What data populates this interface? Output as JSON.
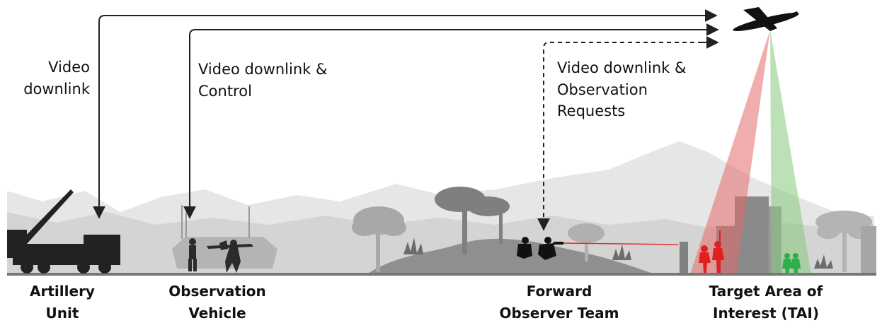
{
  "links": {
    "artillery": [
      "Video",
      "downlink"
    ],
    "vehicle": [
      "Video downlink &",
      "Control"
    ],
    "observer": [
      "Video downlink &",
      "Observation",
      "Requests"
    ]
  },
  "units": {
    "artillery": [
      "Artillery",
      "Unit"
    ],
    "vehicle": [
      "Observation",
      "Vehicle"
    ],
    "observer": [
      "Forward",
      "Observer Team"
    ],
    "tai": [
      "Target Area of",
      "Interest (TAI)"
    ]
  },
  "colors": {
    "far_terrain": "#e6e6e6",
    "mid_terrain": "#d4d4d4",
    "near_terrain": "#9a9a9a",
    "silhouette": "#222222",
    "building": "#8c8c8c",
    "red_cone": "#e46a6a",
    "green_cone": "#86c97a",
    "hostile": "#e02020",
    "friendly": "#2fae4a",
    "laser": "#e03030"
  }
}
